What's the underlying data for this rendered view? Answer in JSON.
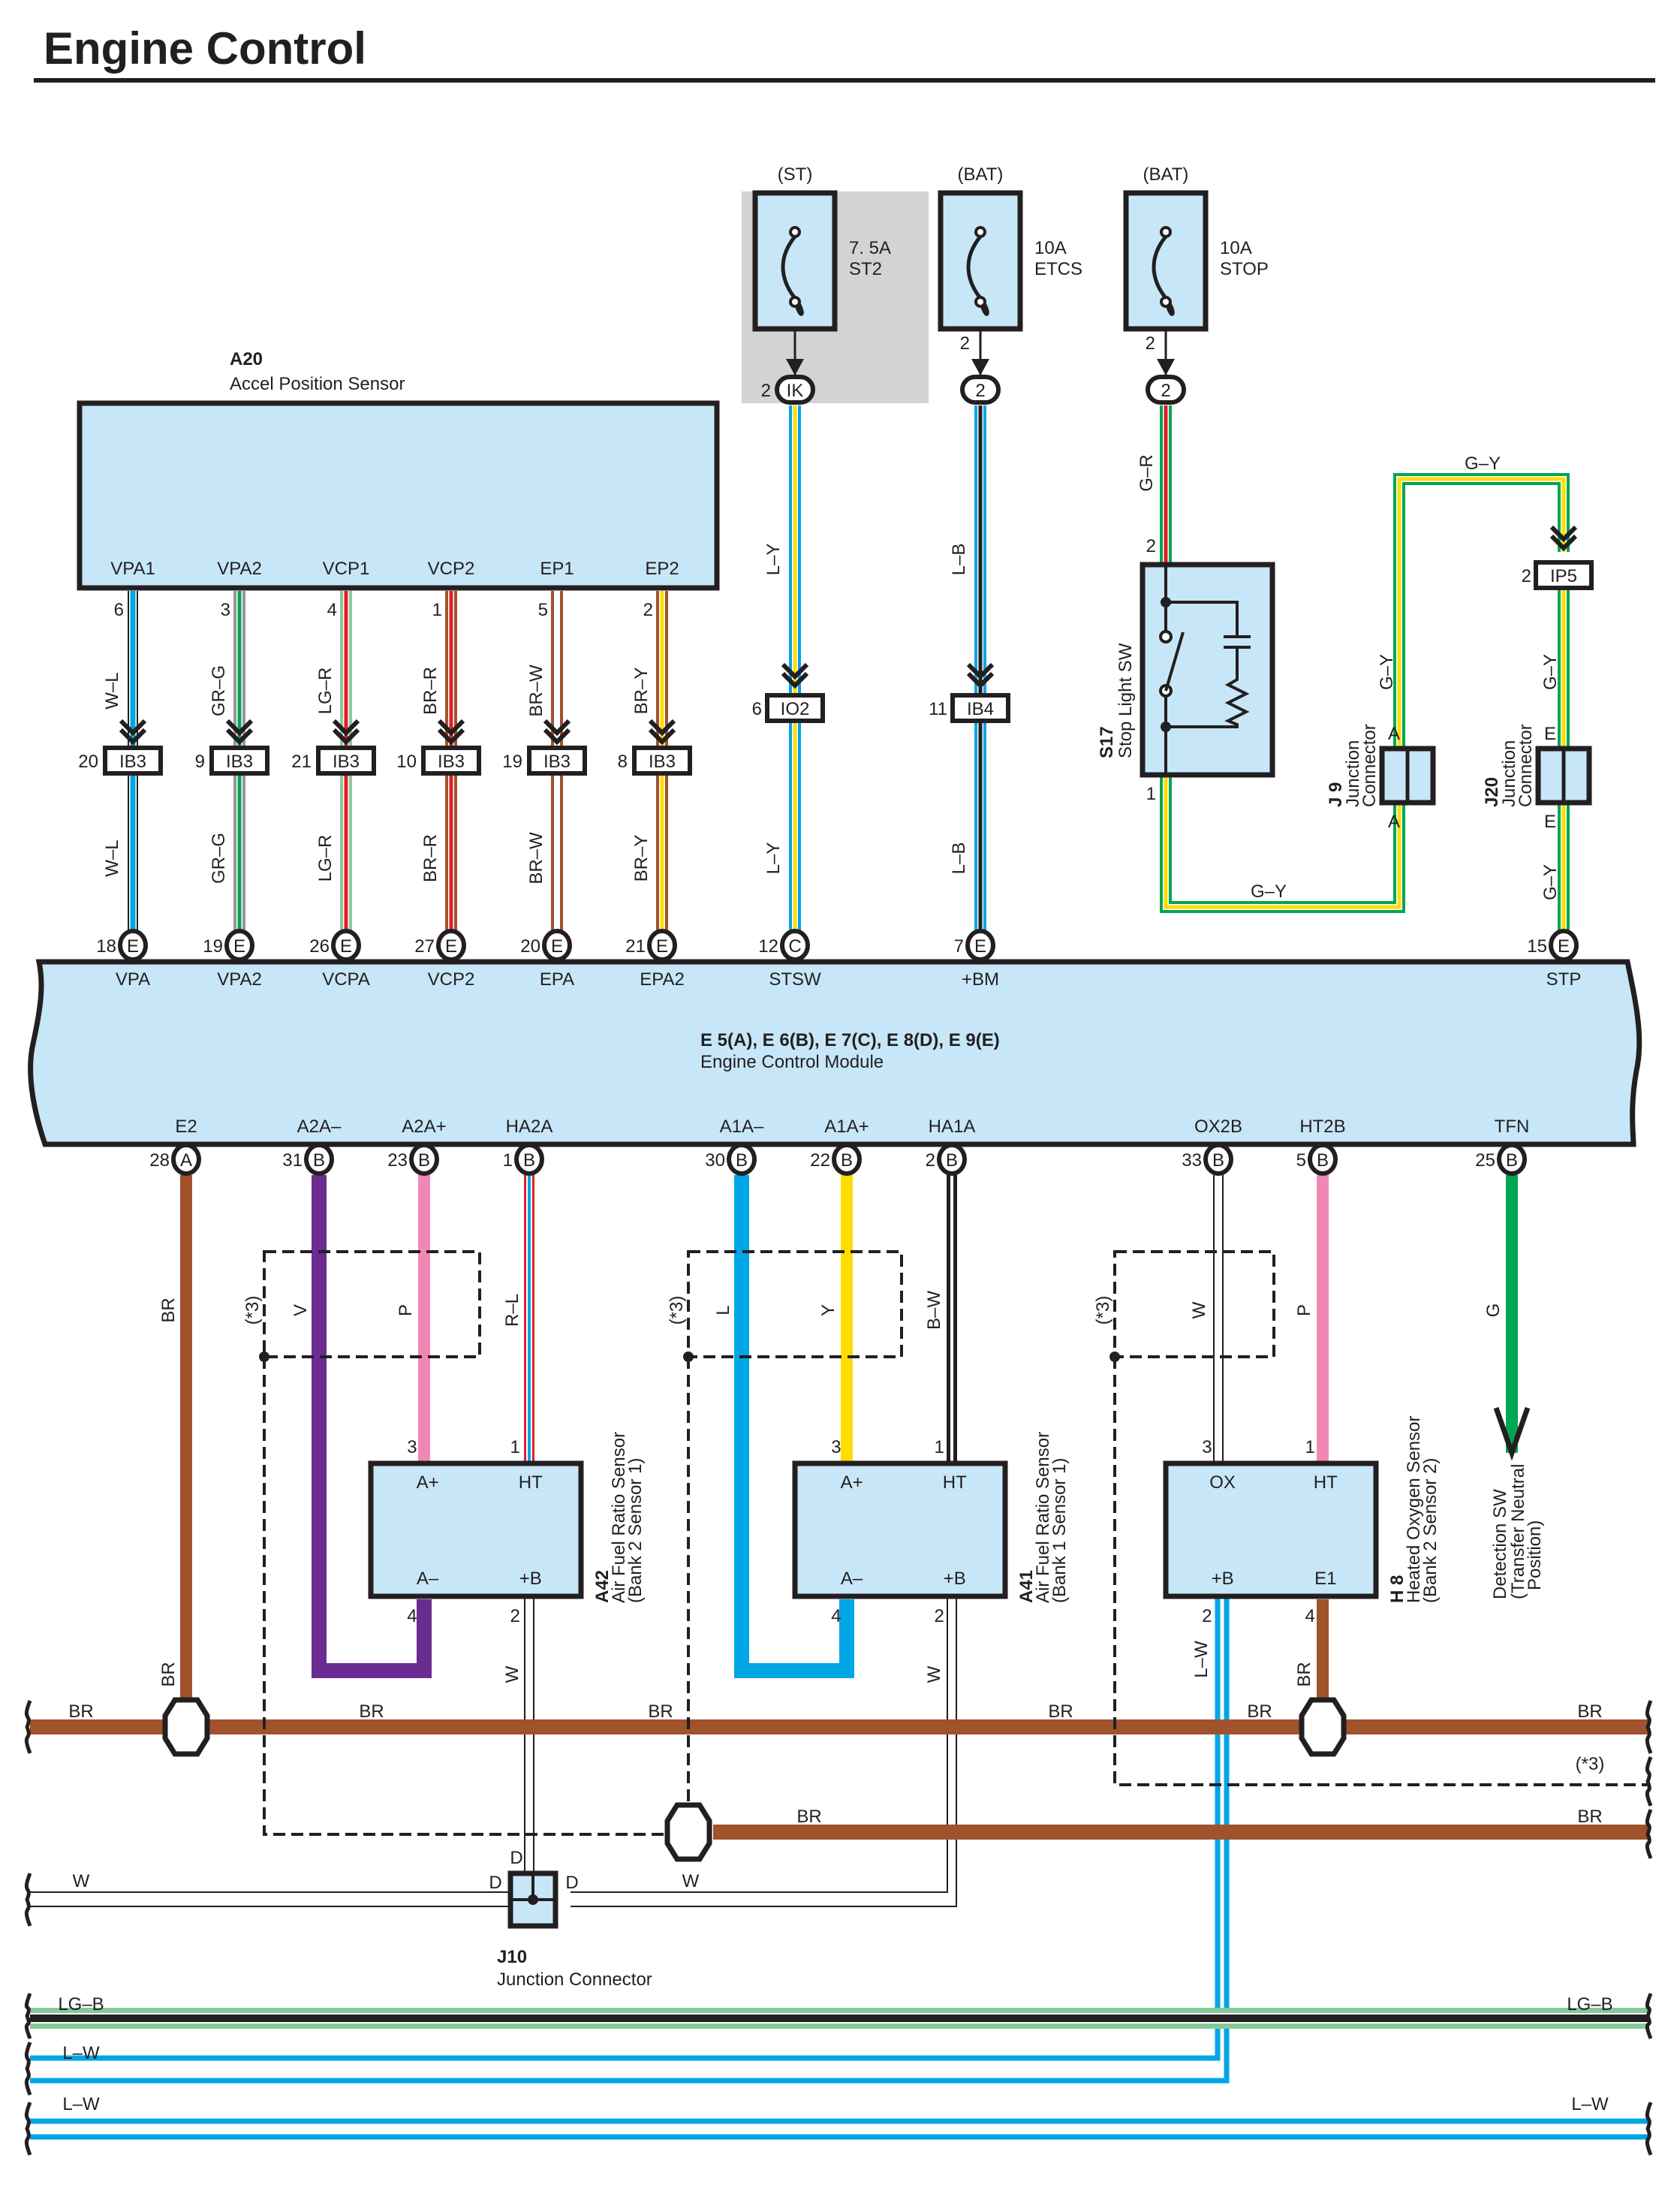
{
  "title": "Engine Control",
  "colors": {
    "component_fill": "#c7e7f8",
    "gray_area": "#d1d3d4",
    "BR": "#a0522d",
    "W": "#ffffff",
    "L": "#00a6e6",
    "Y": "#ffdd00",
    "G": "#00a651",
    "R": "#e31e24",
    "LG": "#86c99b",
    "GR": "#939598",
    "B": "#231f20",
    "V": "#6b2c91",
    "P": "#f088b6"
  },
  "a20": {
    "code": "A20",
    "name": "Accel Position Sensor",
    "terminals": [
      "VPA1",
      "VPA2",
      "VCP1",
      "VCP2",
      "EP1",
      "EP2"
    ],
    "pins": [
      "6",
      "3",
      "4",
      "1",
      "5",
      "2"
    ],
    "wires": [
      "W–L",
      "GR–G",
      "LG–R",
      "BR–R",
      "BR–W",
      "BR–Y"
    ],
    "ib3_pins": [
      "20",
      "9",
      "21",
      "10",
      "19",
      "8"
    ],
    "ib3_label": "IB3"
  },
  "fuses": [
    {
      "source": "(ST)",
      "rating": "7. 5A",
      "name": "ST2",
      "out_pin": "2",
      "connector": "IK",
      "conn_pin": "2"
    },
    {
      "source": "(BAT)",
      "rating": "10A",
      "name": "ETCS",
      "out_pin": "2",
      "connector": "2",
      "conn_pin": ""
    },
    {
      "source": "(BAT)",
      "rating": "10A",
      "name": "STOP",
      "out_pin": "2",
      "connector": "2",
      "conn_pin": ""
    }
  ],
  "st_circuit": {
    "wire": "L–Y",
    "conn": "IO2",
    "conn_pin": "6"
  },
  "bm_circuit": {
    "wire": "L–B",
    "conn": "IB4",
    "conn_pin": "11"
  },
  "stop_switch": {
    "code": "S17",
    "name": "Stop Light SW",
    "pin_top": "2",
    "pin_bottom": "1",
    "wire_in": "G–R",
    "wire_out": "G–Y"
  },
  "j9": {
    "code": "J 9",
    "name_l1": "Junction",
    "name_l2": "Connector",
    "pin": "A",
    "wire": "G–Y"
  },
  "j20": {
    "code": "J20",
    "name_l1": "Junction",
    "name_l2": "Connector",
    "pin": "E",
    "wire": "G–Y"
  },
  "ip5": {
    "label": "IP5",
    "pin": "2",
    "wire": "G–Y"
  },
  "ecm": {
    "code": "E 5(A), E 6(B), E 7(C), E 8(D), E 9(E)",
    "name": "Engine Control Module",
    "top_pins": [
      {
        "num": "18",
        "conn": "E",
        "label": "VPA"
      },
      {
        "num": "19",
        "conn": "E",
        "label": "VPA2"
      },
      {
        "num": "26",
        "conn": "E",
        "label": "VCPA"
      },
      {
        "num": "27",
        "conn": "E",
        "label": "VCP2"
      },
      {
        "num": "20",
        "conn": "E",
        "label": "EPA"
      },
      {
        "num": "21",
        "conn": "E",
        "label": "EPA2"
      },
      {
        "num": "12",
        "conn": "C",
        "label": "STSW"
      },
      {
        "num": "7",
        "conn": "E",
        "label": "+BM"
      },
      {
        "num": "15",
        "conn": "E",
        "label": "STP"
      }
    ],
    "bottom_pins": [
      {
        "num": "28",
        "conn": "A",
        "label": "E2"
      },
      {
        "num": "31",
        "conn": "B",
        "label": "A2A–"
      },
      {
        "num": "23",
        "conn": "B",
        "label": "A2A+"
      },
      {
        "num": "1",
        "conn": "B",
        "label": "HA2A"
      },
      {
        "num": "30",
        "conn": "B",
        "label": "A1A–"
      },
      {
        "num": "22",
        "conn": "B",
        "label": "A1A+"
      },
      {
        "num": "2",
        "conn": "B",
        "label": "HA1A"
      },
      {
        "num": "33",
        "conn": "B",
        "label": "OX2B"
      },
      {
        "num": "5",
        "conn": "B",
        "label": "HT2B"
      },
      {
        "num": "25",
        "conn": "B",
        "label": "TFN"
      }
    ]
  },
  "lower_wires": {
    "e2": "BR",
    "a2a_minus": "V",
    "a2a_plus": "P",
    "ha2a": "R–L",
    "a1a_minus": "L",
    "a1a_plus": "Y",
    "ha1a": "B–W",
    "ox2b": "W",
    "ht2b": "P",
    "tfn": "G",
    "shield_note": "(*3)"
  },
  "a42": {
    "code": "A42",
    "name": "Air Fuel Ratio Sensor",
    "sub": "(Bank 2 Sensor 1)",
    "t_tl": "A+",
    "t_tr": "HT",
    "t_bl": "A–",
    "t_br": "+B",
    "p_tl": "3",
    "p_tr": "1",
    "p_bl": "4",
    "p_br": "2",
    "wire_br": "W"
  },
  "a41": {
    "code": "A41",
    "name": "Air Fuel Ratio Sensor",
    "sub": "(Bank 1 Sensor 1)",
    "t_tl": "A+",
    "t_tr": "HT",
    "t_bl": "A–",
    "t_br": "+B",
    "p_tl": "3",
    "p_tr": "1",
    "p_bl": "4",
    "p_br": "2",
    "wire_br": "W"
  },
  "h8": {
    "code": "H 8",
    "name": "Heated Oxygen Sensor",
    "sub": "(Bank 2 Sensor 2)",
    "t_tl": "OX",
    "t_tr": "HT",
    "t_bl": "+B",
    "t_br": "E1",
    "p_tl": "3",
    "p_tr": "1",
    "p_bl": "2",
    "p_br": "4",
    "wire_bl": "L–W",
    "wire_br": "BR"
  },
  "detection_sw": {
    "l1": "Detection SW",
    "l2": "(Transfer Neutral",
    "l3": "Position)"
  },
  "j10": {
    "code": "J10",
    "name": "Junction Connector",
    "pin": "D"
  },
  "buses": {
    "br1": "BR",
    "shield": "(*3)",
    "br2": "BR",
    "w": "W",
    "lgb": "LG–B",
    "lw1": "L–W",
    "lw2": "L–W"
  }
}
